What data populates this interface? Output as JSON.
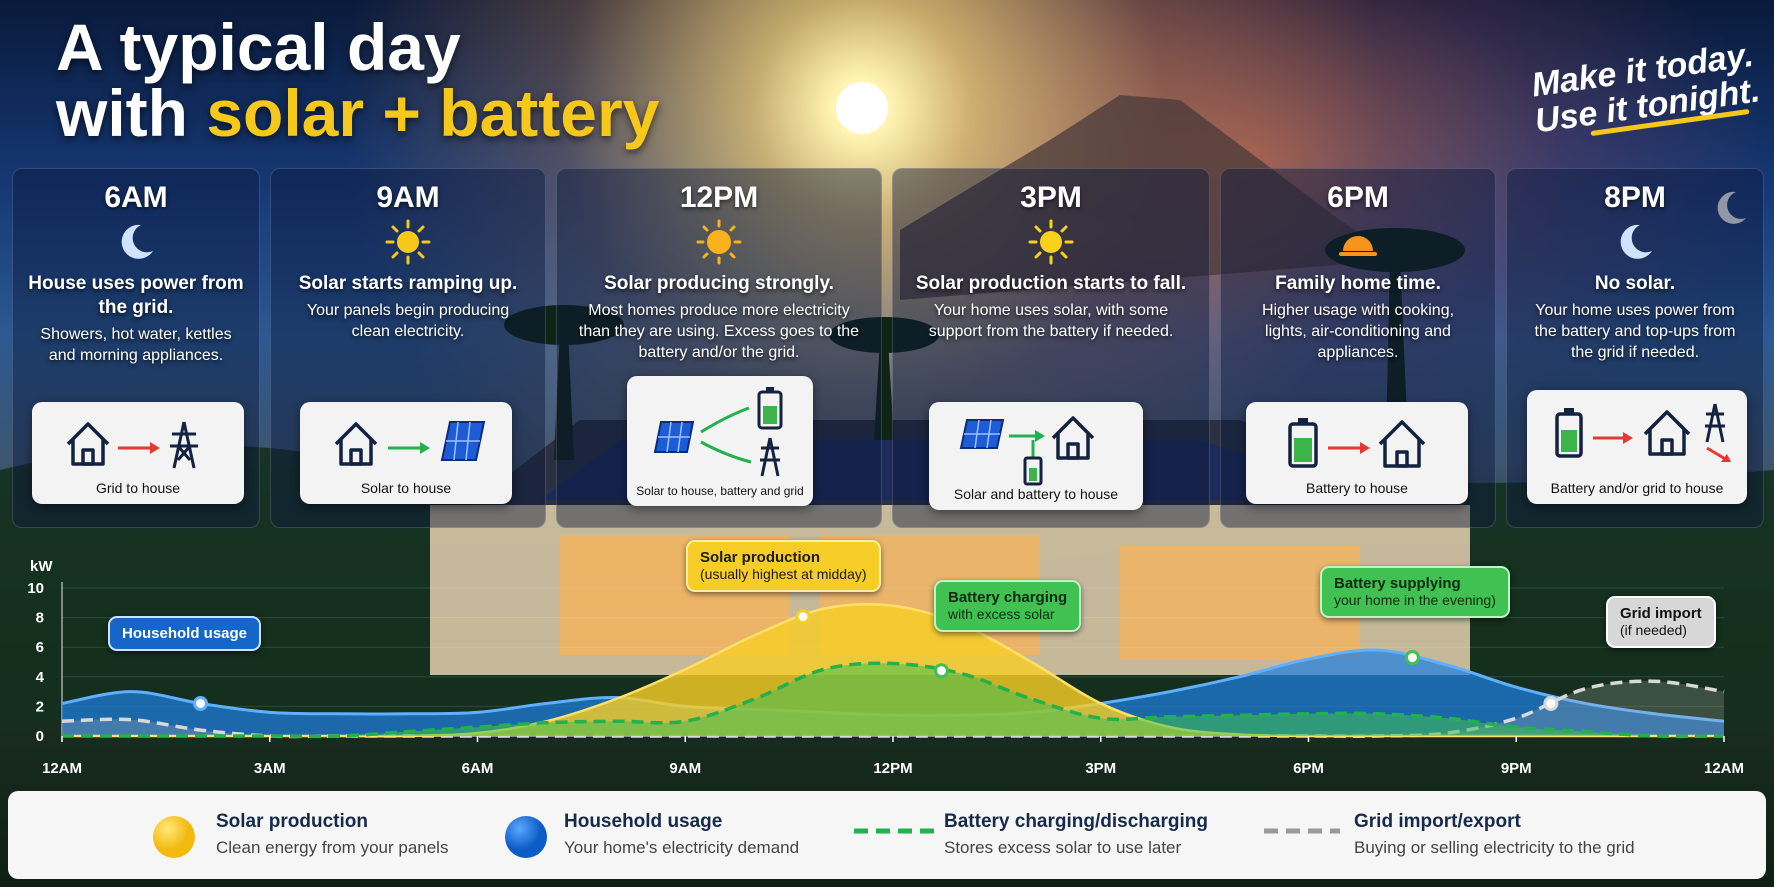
{
  "title": {
    "line1": "A typical day",
    "line2_prefix": "with ",
    "line2_highlight": "solar + battery"
  },
  "tagline": {
    "line1": "Make it today.",
    "line2": "Use it tonight."
  },
  "panels": [
    {
      "time": "6AM",
      "icon": "moon-icon",
      "heading": "House uses power from the grid.",
      "body": "Showers, hot water, kettles and morning appliances.",
      "flow_caption": "Grid to house"
    },
    {
      "time": "9AM",
      "icon": "sun-icon",
      "heading": "Solar starts ramping up.",
      "body": "Your panels begin producing clean electricity.",
      "flow_caption": "Solar to house"
    },
    {
      "time": "12PM",
      "icon": "sun-icon",
      "heading": "Solar producing strongly.",
      "body": "Most homes produce more electricity than they are using. Excess goes to the battery and/or the grid.",
      "flow_caption": "Solar to house, battery and grid"
    },
    {
      "time": "3PM",
      "icon": "sun-icon",
      "heading": "Solar production starts to fall.",
      "body": "Your home uses solar, with some support from the battery if needed.",
      "flow_caption": "Solar and battery to house"
    },
    {
      "time": "6PM",
      "icon": "sunset-icon",
      "heading": "Family home time.",
      "body": "Higher usage with cooking, lights, air-conditioning and appliances.",
      "flow_caption": "Battery to house"
    },
    {
      "time": "8PM",
      "icon": "moon-icon",
      "heading": "No solar.",
      "body": "Your home uses power from the battery and top-ups from the grid if needed.",
      "flow_caption": "Battery and/or grid to house"
    }
  ],
  "callouts": {
    "household": {
      "title": "Household usage"
    },
    "solar": {
      "title": "Solar production",
      "sub": "(usually highest at midday)"
    },
    "battery_charging": {
      "title": "Battery charging",
      "sub": "with excess solar"
    },
    "battery_supplying": {
      "title": "Battery supplying",
      "sub": "your home in the evening)"
    },
    "grid_import": {
      "title": "Grid import",
      "sub": "(if needed)"
    }
  },
  "legend": [
    {
      "title": "Solar production",
      "desc": "Clean energy from your panels",
      "icon": "yellow-circle"
    },
    {
      "title": "Household usage",
      "desc": "Your home's electricity demand",
      "icon": "blue-circle"
    },
    {
      "title": "Battery charging/discharging",
      "desc": "Stores excess solar to use later",
      "icon": "green-dashed-line"
    },
    {
      "title": "Grid import/export",
      "desc": "Buying or selling electricity to the grid",
      "icon": "grey-dashed-line"
    }
  ],
  "colors": {
    "accent": "#f7c81c",
    "solar": "#f6cd26",
    "household": "#1f7fe0",
    "battery": "#41c152",
    "grid": "#d8d8d8"
  },
  "chart_data": {
    "type": "area",
    "ylabel": "kW",
    "ylim": [
      0,
      10
    ],
    "yticks": [
      "0",
      "2",
      "4",
      "6",
      "8",
      "10"
    ],
    "xlim": [
      0,
      24
    ],
    "xticks": [
      {
        "x": 0,
        "label": "12AM"
      },
      {
        "x": 3,
        "label": "3AM"
      },
      {
        "x": 6,
        "label": "6AM"
      },
      {
        "x": 9,
        "label": "9AM"
      },
      {
        "x": 12,
        "label": "12PM"
      },
      {
        "x": 15,
        "label": "3PM"
      },
      {
        "x": 18,
        "label": "6PM"
      },
      {
        "x": 21,
        "label": "9PM"
      },
      {
        "x": 24,
        "label": "12AM"
      }
    ],
    "x": [
      0,
      1,
      2,
      3,
      4,
      5,
      6,
      7,
      8,
      9,
      10,
      11,
      12,
      13,
      14,
      15,
      16,
      17,
      18,
      19,
      20,
      21,
      22,
      23,
      24
    ],
    "series": [
      {
        "name": "Solar production",
        "values": [
          0,
          0,
          0,
          0,
          0,
          0,
          0.2,
          1,
          2.5,
          4.5,
          6.8,
          8.6,
          8.8,
          7.5,
          5,
          2.2,
          0.6,
          0.1,
          0,
          0,
          0,
          0,
          0,
          0,
          0
        ]
      },
      {
        "name": "Household usage",
        "values": [
          2.2,
          3,
          2.2,
          1.6,
          1.5,
          1.5,
          1.6,
          2.2,
          2.6,
          2,
          1.8,
          1.6,
          1.4,
          1.4,
          1.6,
          2.2,
          3,
          4,
          5.2,
          5.8,
          4.8,
          3.3,
          2.2,
          1.5,
          1
        ]
      },
      {
        "name": "Battery charging/discharging",
        "values": [
          0,
          0,
          0,
          0,
          0,
          0.3,
          0.6,
          0.9,
          1,
          1,
          2.5,
          4.5,
          4.9,
          4.2,
          2.5,
          1.2,
          1.3,
          1.4,
          1.5,
          1.5,
          1.2,
          0.6,
          0.3,
          0,
          0
        ]
      },
      {
        "name": "Grid import/export",
        "values": [
          1,
          1.1,
          0.4,
          0,
          0,
          0,
          0,
          0,
          0,
          0,
          0,
          0,
          0,
          0,
          0,
          0,
          0,
          0,
          0,
          0,
          0.2,
          1.2,
          3.2,
          3.7,
          3
        ]
      }
    ]
  }
}
